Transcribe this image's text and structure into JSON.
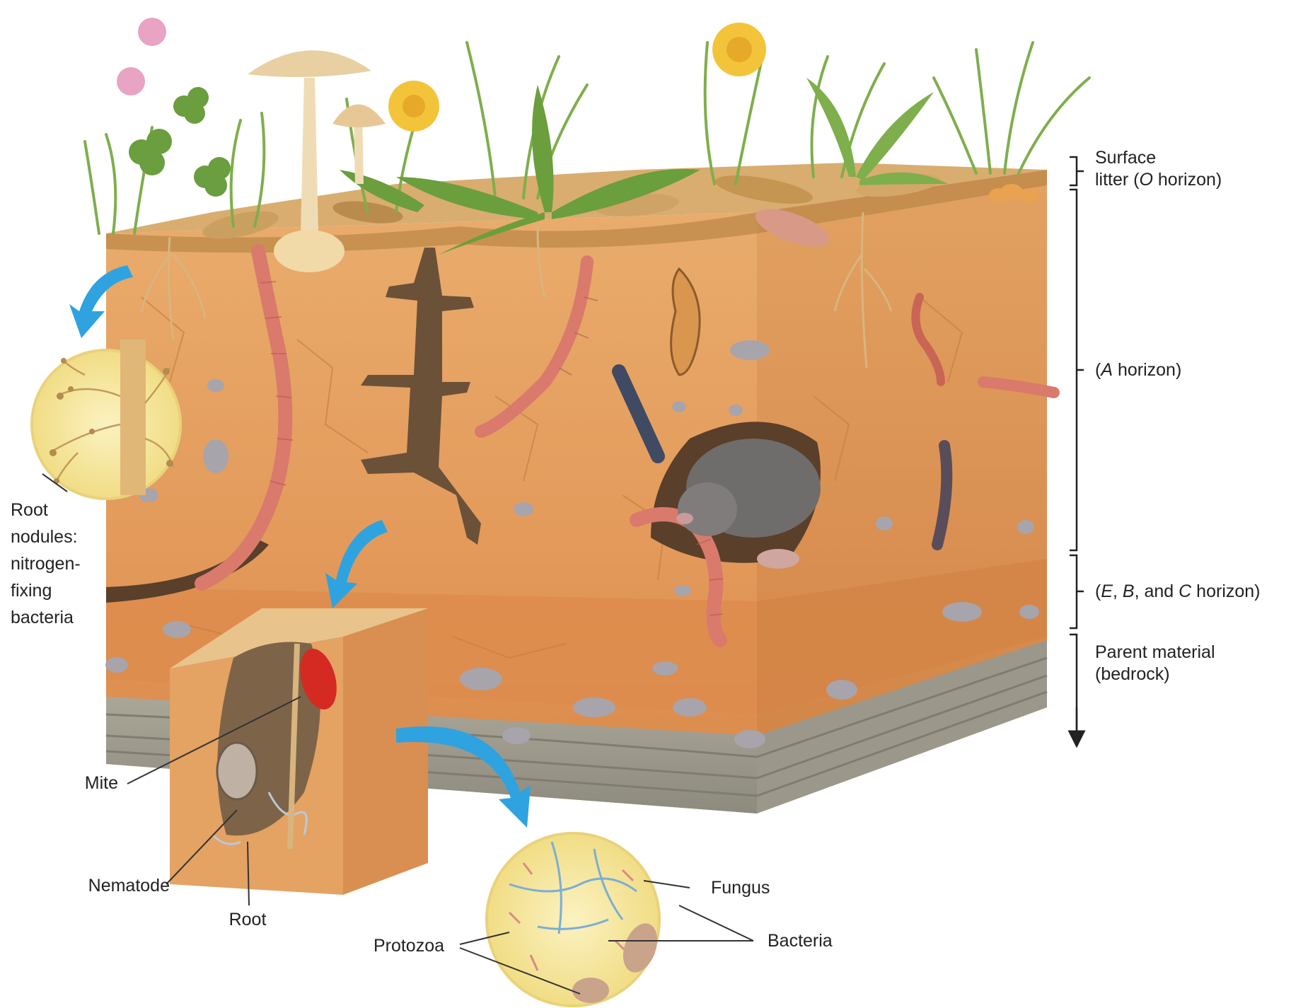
{
  "labels": {
    "surface_litter_1": "Surface",
    "surface_litter_2_pre": "litter (",
    "surface_litter_2_italic": "O",
    "surface_litter_2_post": " horizon)",
    "a_horizon_pre": "(",
    "a_horizon_italic": "A",
    "a_horizon_post": " horizon)",
    "ebc_pre": "(",
    "ebc_e": "E",
    "ebc_sep1": ", ",
    "ebc_b": "B",
    "ebc_sep2": ", and ",
    "ebc_c": "C",
    "ebc_post": " horizon)",
    "parent_1": "Parent material",
    "parent_2": "(bedrock)",
    "root_nodules": "Root nodules: nitrogen-fixing bacteria",
    "mite": "Mite",
    "nematode": "Nematode",
    "root": "Root",
    "protozoa": "Protozoa",
    "fungus": "Fungus",
    "bacteria": "Bacteria"
  },
  "colors": {
    "soil_top": "#e7a766",
    "soil_mid": "#e09254",
    "soil_deep": "#d9874a",
    "soil_side": "#c97b40",
    "bedrock": "#9e9a8c",
    "litter": "#c99a5a",
    "grass": "#7fae4c",
    "leaf_dark": "#5f8f36",
    "worm": "#d97a6c",
    "arrow_blue": "#2ea3e0",
    "magnify_fill": "#f6e9a3",
    "burrow": "#6b5137",
    "mole": "#6f6c6c",
    "mite": "#d42a22",
    "dandelion": "#f3c43a",
    "label_line": "#333333"
  }
}
